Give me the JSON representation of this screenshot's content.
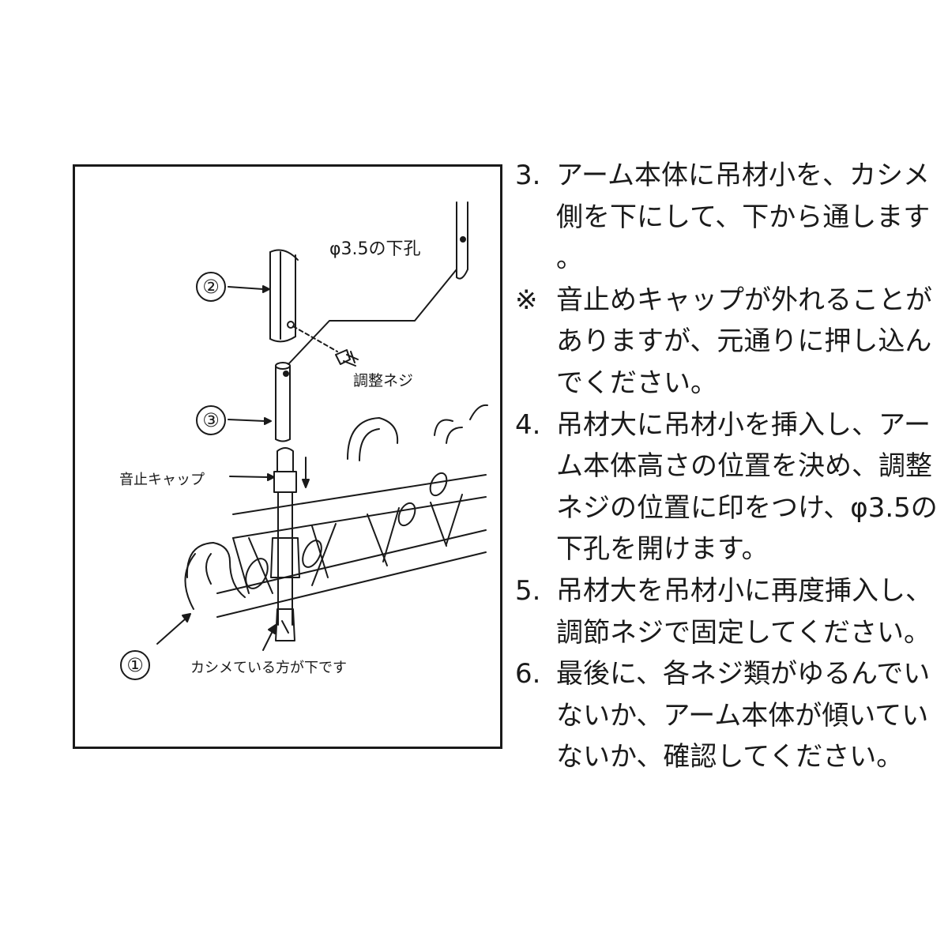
{
  "diagram": {
    "callout_hole": "φ3.5の下孔",
    "callout_screw": "調整ネジ",
    "callout_cap": "音止キャップ",
    "callout_bottom": "カシメている方が下です",
    "part_numbers": [
      "①",
      "②",
      "③"
    ],
    "icons": [
      "pipe-icon",
      "screw-icon",
      "arm-bracket-icon"
    ]
  },
  "instructions": [
    {
      "mark": "3.",
      "text": "アーム本体に吊材小を、カシメ側を下にして、下から通します。"
    },
    {
      "mark": "※",
      "text": "音止めキャップが外れることがありますが、元通りに押し込んでください。"
    },
    {
      "mark": "4.",
      "text": "吊材大に吊材小を挿入し、アーム本体高さの位置を決め、調整ネジの位置に印をつけ、φ3.5の下孔を開けます。"
    },
    {
      "mark": "5.",
      "text": "吊材大を吊材小に再度挿入し、調節ネジで固定してください。"
    },
    {
      "mark": "6.",
      "text": "最後に、各ネジ類がゆるんでいないか、アーム本体が傾いていないか、確認してください。"
    }
  ]
}
